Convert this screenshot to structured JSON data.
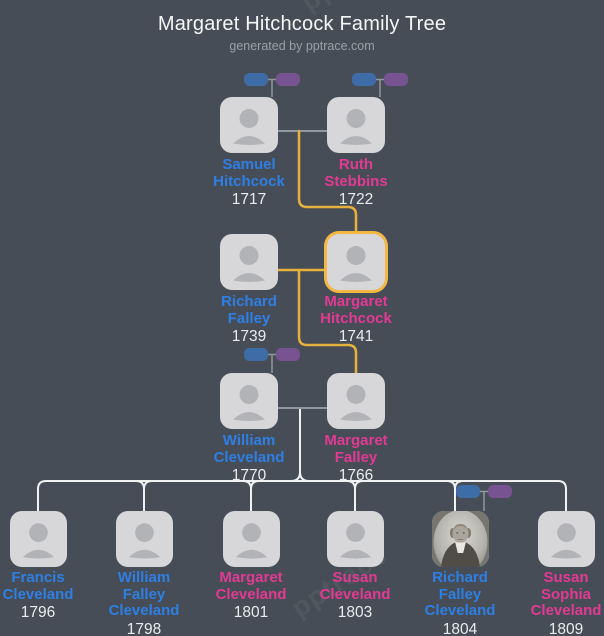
{
  "title": "Margaret Hitchcock Family Tree",
  "subtitle": "generated by pptrace.com",
  "watermark_text": "pptrace",
  "colors": {
    "background": "#474d56",
    "card": "#d7d7d9",
    "silhouette": "#b2b3b6",
    "male": "#2e7fe4",
    "female": "#e23a92",
    "year": "#e9ebee",
    "title": "#f4f5f6",
    "subtitle": "#99a0a7",
    "lineage": "#e7b13e",
    "highlight": "#f2b843",
    "couple": "#8f97a0",
    "childline": "#f0f2f4",
    "pill_blue": "#3d6ca6",
    "pill_purple": "#775491",
    "watermark": "rgba(255,255,255,0.06)"
  },
  "persons": [
    {
      "name": "Samuel Hitchcock",
      "year": "1717",
      "sex": "male",
      "generation": 1
    },
    {
      "name": "Ruth Stebbins",
      "year": "1722",
      "sex": "female",
      "generation": 1
    },
    {
      "name": "Richard Falley",
      "year": "1739",
      "sex": "male",
      "generation": 2
    },
    {
      "name": "Margaret Hitchcock",
      "year": "1741",
      "sex": "female",
      "generation": 2,
      "highlighted": true
    },
    {
      "name": "William Cleveland",
      "year": "1770",
      "sex": "male",
      "generation": 3
    },
    {
      "name": "Margaret Falley",
      "year": "1766",
      "sex": "female",
      "generation": 3
    },
    {
      "name": "Francis Cleveland",
      "year": "1796",
      "sex": "male",
      "generation": 4
    },
    {
      "name": "William Falley Cleveland",
      "year": "1798",
      "sex": "male",
      "generation": 4
    },
    {
      "name": "Margaret Cleveland",
      "year": "1801",
      "sex": "female",
      "generation": 4
    },
    {
      "name": "Susan Cleveland",
      "year": "1803",
      "sex": "female",
      "generation": 4
    },
    {
      "name": "Richard Falley Cleveland",
      "year": "1804",
      "sex": "male",
      "generation": 4,
      "has_photo": true
    },
    {
      "name": "Susan Sophia Cleveland",
      "year": "1809",
      "sex": "female",
      "generation": 4
    }
  ]
}
